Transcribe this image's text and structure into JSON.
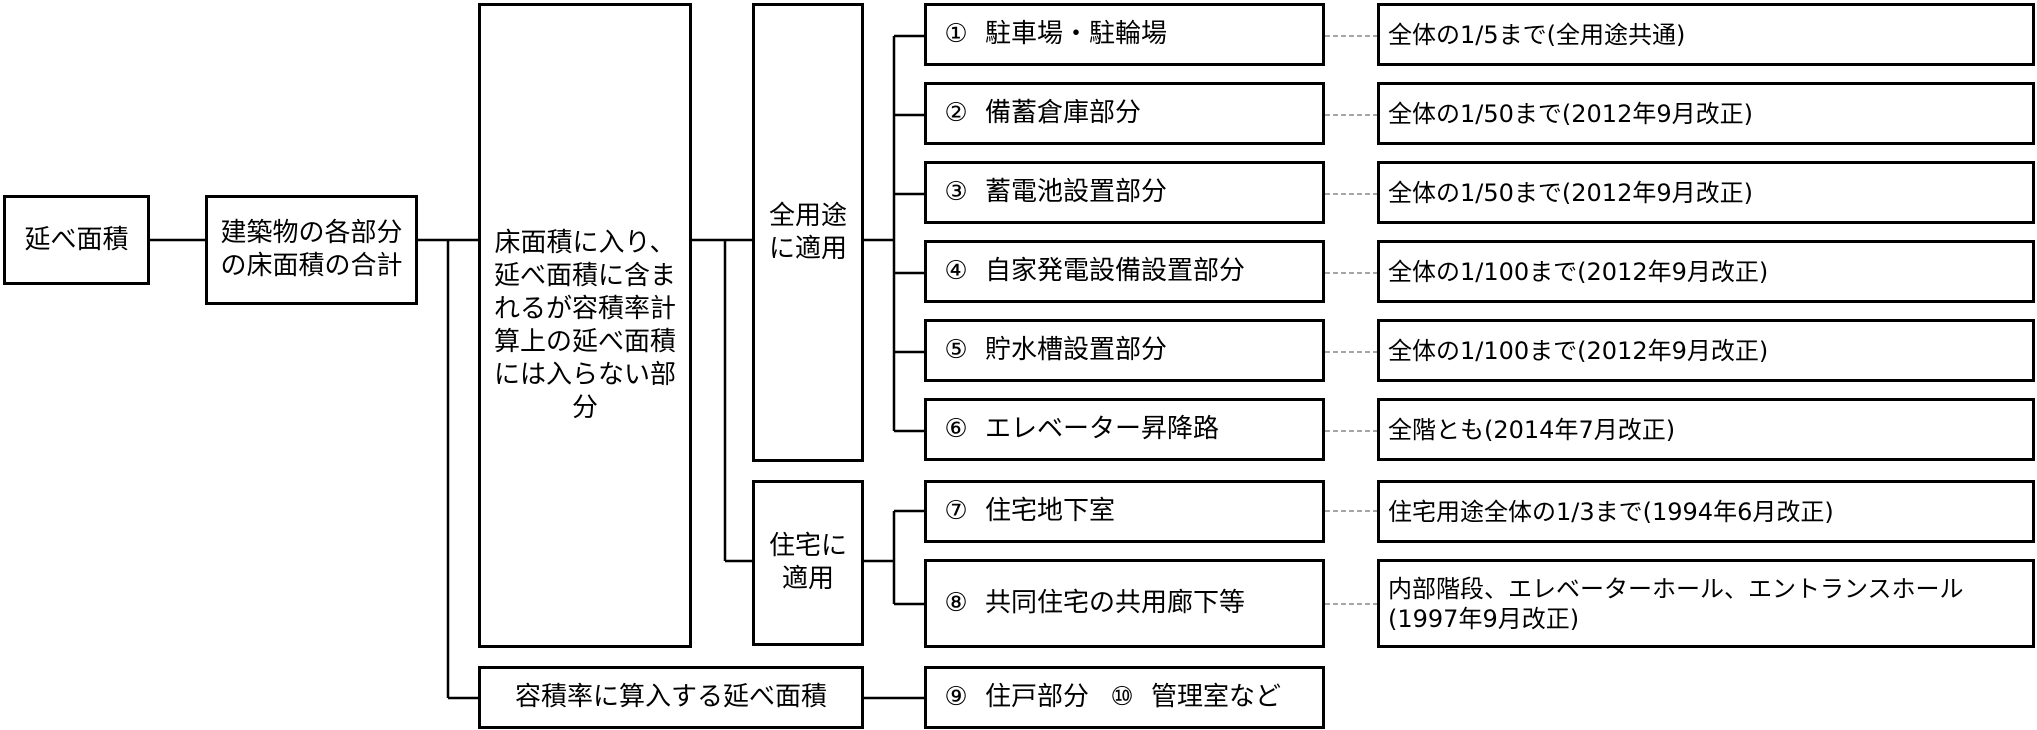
{
  "root": "延べ面積",
  "sum": "建築物の各部分\nの床面積の合計",
  "excluded": "床面積に入り、\n延べ面積に含ま\nれるが容積率計\n算上の延べ面積\nには入らない部\n分",
  "all_use": "全用途\nに適用",
  "residential": "住宅に\n適用",
  "counted": "容積率に算入する延べ面積",
  "items": [
    {
      "num": "①",
      "label": "駐車場・駐輪場",
      "note": "全体の1/5まで(全用途共通)"
    },
    {
      "num": "②",
      "label": "備蓄倉庫部分",
      "note": "全体の1/50まで(2012年9月改正)"
    },
    {
      "num": "③",
      "label": "蓄電池設置部分",
      "note": "全体の1/50まで(2012年9月改正)"
    },
    {
      "num": "④",
      "label": "自家発電設備設置部分",
      "note": "全体の1/100まで(2012年9月改正)"
    },
    {
      "num": "⑤",
      "label": "貯水槽設置部分",
      "note": "全体の1/100まで(2012年9月改正)"
    },
    {
      "num": "⑥",
      "label": "エレベーター昇降路",
      "note": "全階とも(2014年7月改正)"
    },
    {
      "num": "⑦",
      "label": "住宅地下室",
      "note": "住宅用途全体の1/3まで(1994年6月改正)"
    },
    {
      "num": "⑧",
      "label": "共同住宅の共用廊下等",
      "note": "内部階段、エレベーターホール、エントランスホール\n(1997年9月改正)"
    }
  ],
  "rooms": {
    "num1": "⑨",
    "label1": "住戸部分",
    "num2": "⑩",
    "label2": "管理室など"
  }
}
